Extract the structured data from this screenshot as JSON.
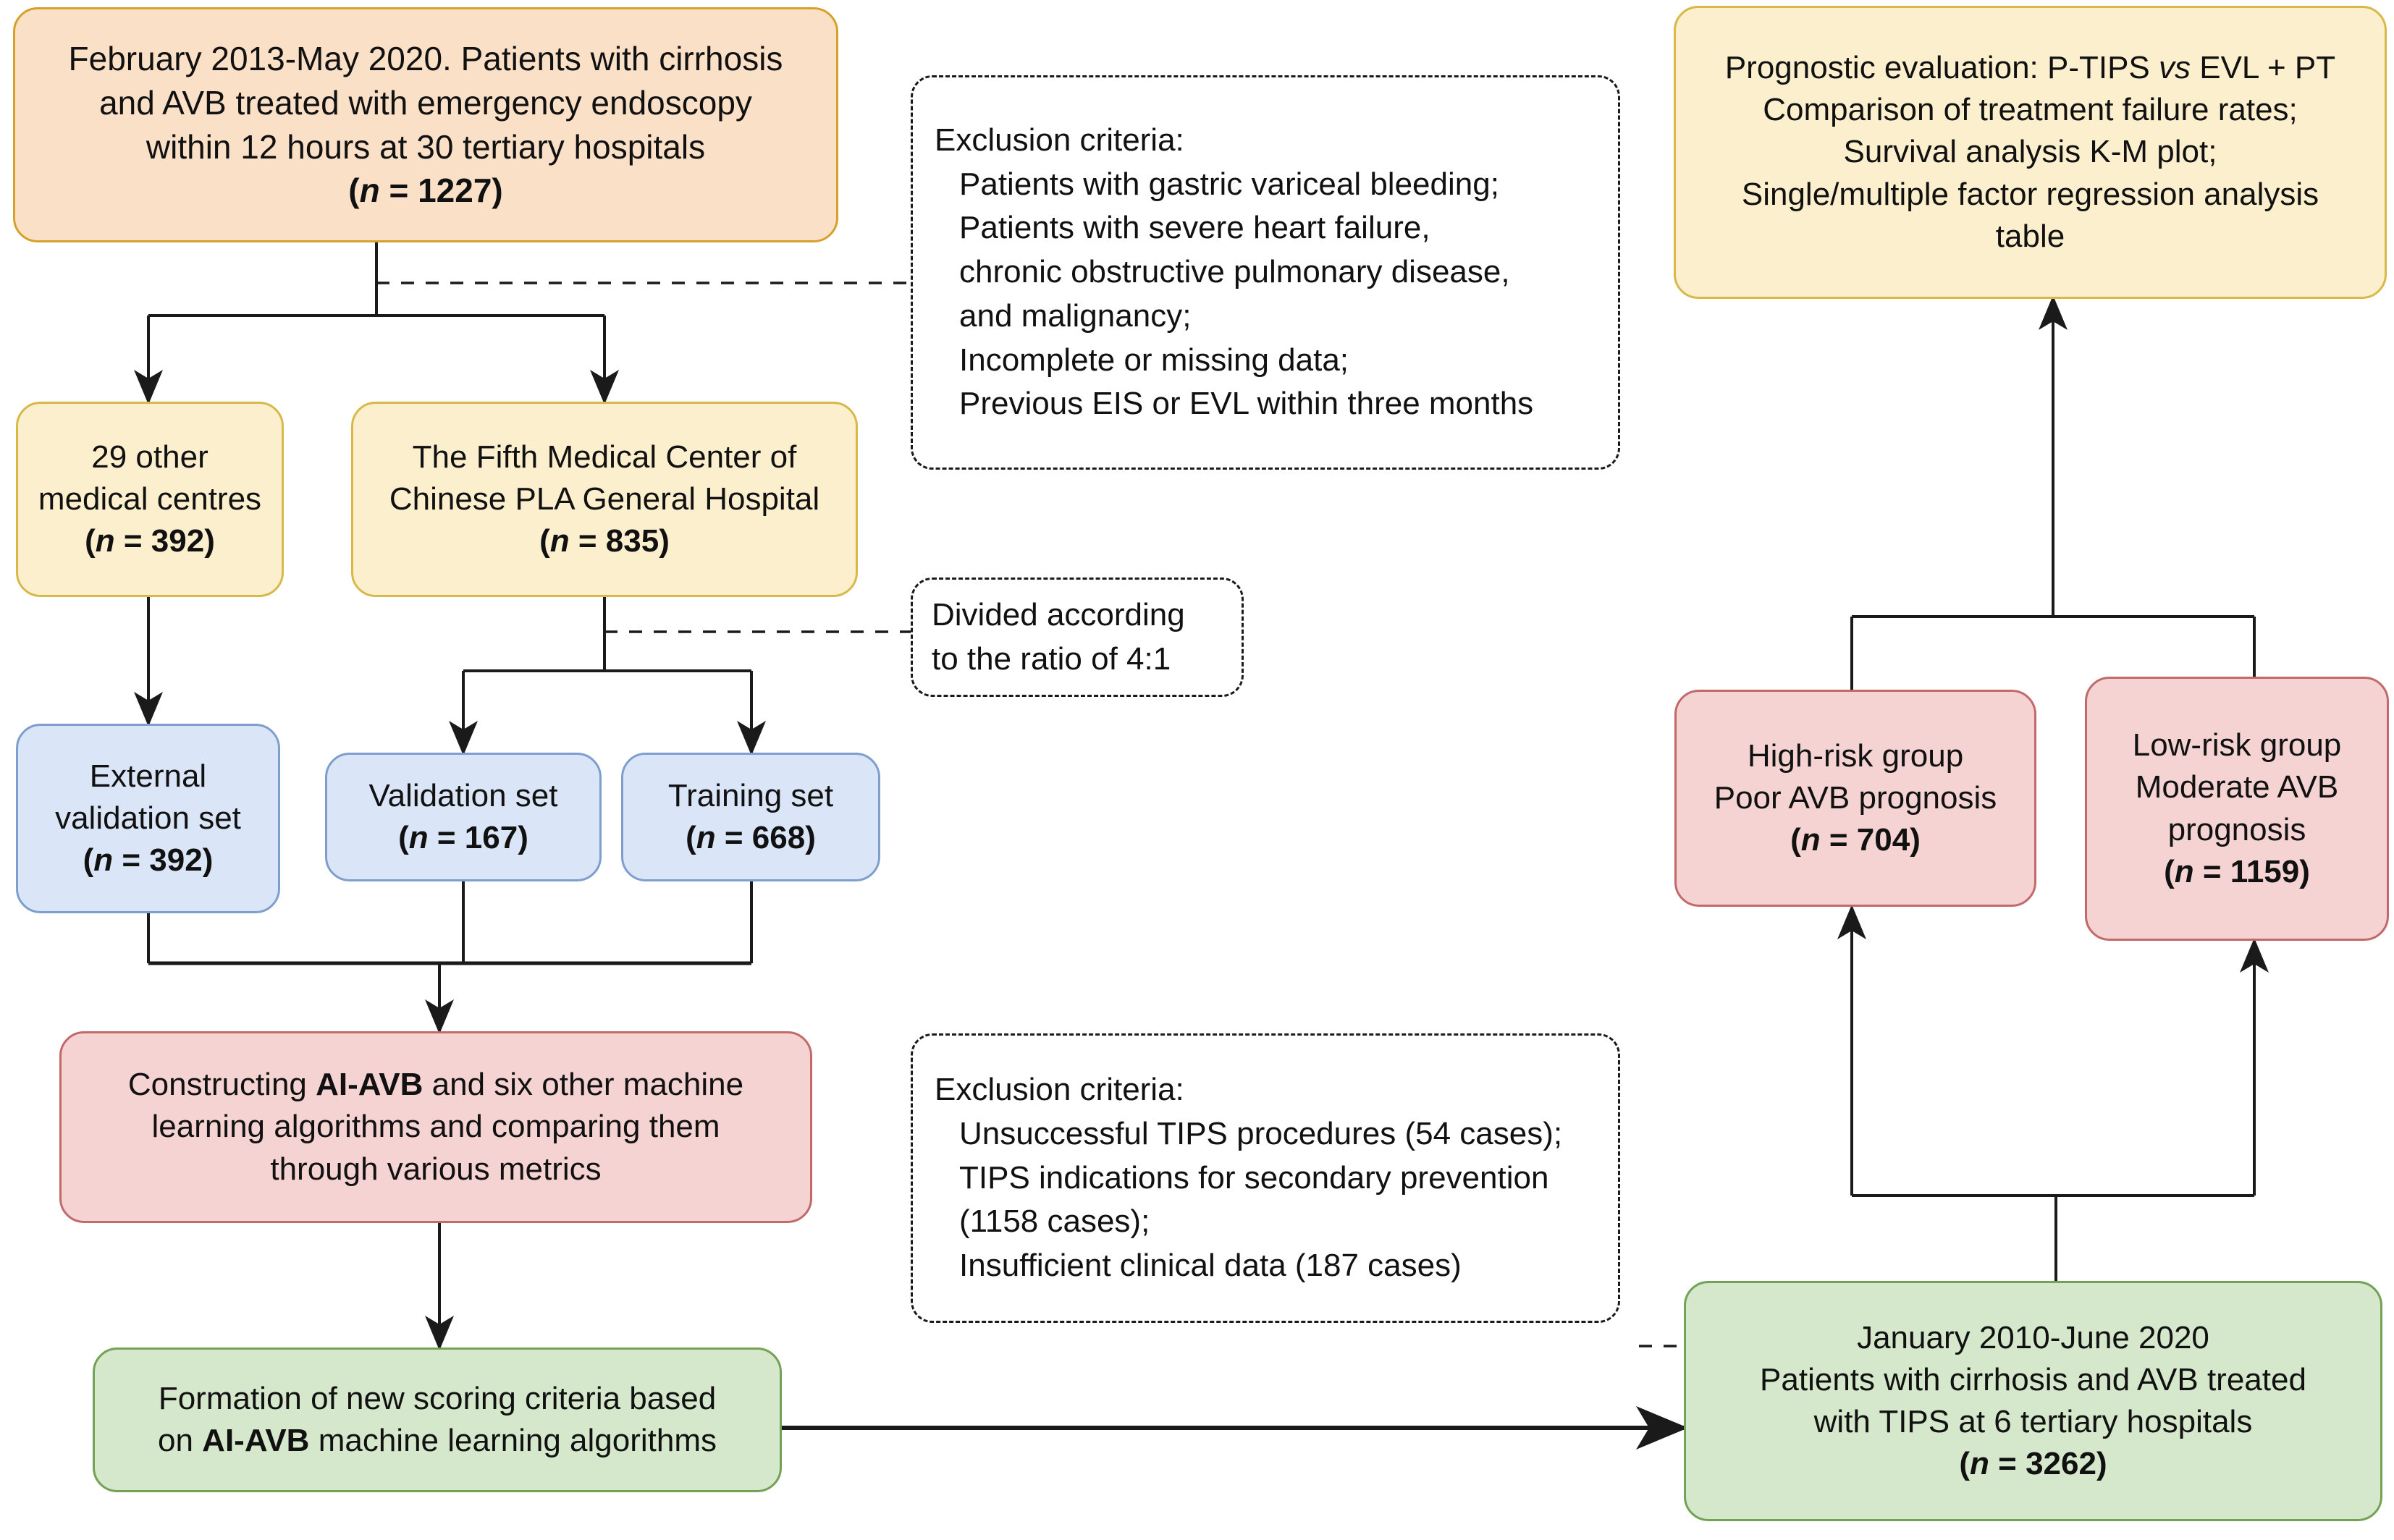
{
  "diagram": {
    "title": "Study flow diagram: AI-AVB model development and prognostic evaluation",
    "colors": {
      "peach_fill": "#FBE0C8",
      "peach_border": "#D6A02B",
      "yellow_fill": "#FCEFCD",
      "yellow_border": "#D9B84A",
      "blue_fill": "#DAE5F7",
      "blue_border": "#7E9FCD",
      "pink_fill": "#F6D3D3",
      "pink_border": "#C26A6A",
      "green_fill": "#D6E8CC",
      "green_border": "#73A155",
      "edge": "#1a1a1a",
      "note_border": "#1a1a1a"
    },
    "nodes": {
      "cohort": {
        "line1": "February 2013-May 2020. Patients with cirrhosis",
        "line2": "and AVB treated with emergency endoscopy",
        "line3": "within 12 hours at 30 tertiary hospitals",
        "n_label": "(n = 1227)",
        "n_symbol": "n",
        "n_value": "1227"
      },
      "other_centres": {
        "line1": "29 other",
        "line2": "medical centres",
        "n_label": "(n = 392)",
        "n_symbol": "n",
        "n_value": "392"
      },
      "fifth_center": {
        "line1": "The Fifth Medical Center of",
        "line2": "Chinese PLA General Hospital",
        "n_label": "(n = 835)",
        "n_symbol": "n",
        "n_value": "835"
      },
      "external_validation": {
        "line1": "External",
        "line2": "validation set",
        "n_label": "(n = 392)",
        "n_symbol": "n",
        "n_value": "392"
      },
      "validation": {
        "line1": "Validation set",
        "n_label": "(n = 167)",
        "n_symbol": "n",
        "n_value": "167"
      },
      "training": {
        "line1": "Training set",
        "n_label": "(n = 668)",
        "n_symbol": "n",
        "n_value": "668"
      },
      "constructing": {
        "pre": "Constructing ",
        "bold": "AI-AVB",
        "post": " and six other machine",
        "line2": "learning algorithms and comparing them",
        "line3": "through various metrics"
      },
      "scoring": {
        "line1": "Formation of new scoring criteria based",
        "line2_pre": "on ",
        "line2_bold": "AI-AVB",
        "line2_post": " machine learning algorithms"
      },
      "tips_cohort": {
        "line1": "January 2010-June 2020",
        "line2": "Patients with cirrhosis and AVB treated",
        "line3": "with TIPS at 6 tertiary hospitals",
        "n_label": "(n = 3262)",
        "n_symbol": "n",
        "n_value": "3262"
      },
      "high_risk": {
        "line1": "High-risk group",
        "line2": "Poor AVB prognosis",
        "n_label": "(n = 704)",
        "n_symbol": "n",
        "n_value": "704"
      },
      "low_risk": {
        "line1": "Low-risk group",
        "line2": "Moderate AVB",
        "line3": "prognosis",
        "n_label": "(n = 1159)",
        "n_symbol": "n",
        "n_value": "1159"
      },
      "prognostic": {
        "line1_pre": "Prognostic evaluation: P-TIPS ",
        "line1_italic": "vs",
        "line1_post": " EVL + PT",
        "line2": "Comparison of treatment failure rates;",
        "line3": "Survival analysis K-M plot;",
        "line4": "Single/multiple factor regression analysis",
        "line5": "table"
      }
    },
    "notes": {
      "exclusion_top": {
        "header": "Exclusion criteria:",
        "items": [
          "Patients with gastric variceal bleeding;",
          "Patients with severe heart failure,",
          "chronic obstructive pulmonary disease,",
          "and malignancy;",
          "Incomplete or missing data;",
          "Previous EIS or EVL within three months"
        ]
      },
      "ratio": {
        "line1": "Divided according",
        "line2": "to the ratio of 4:1"
      },
      "exclusion_tips": {
        "header": "Exclusion criteria:",
        "items": [
          "Unsuccessful TIPS procedures (54 cases);",
          "TIPS indications for secondary prevention",
          "(1158 cases);",
          "Insufficient clinical data (187 cases)"
        ]
      }
    }
  }
}
